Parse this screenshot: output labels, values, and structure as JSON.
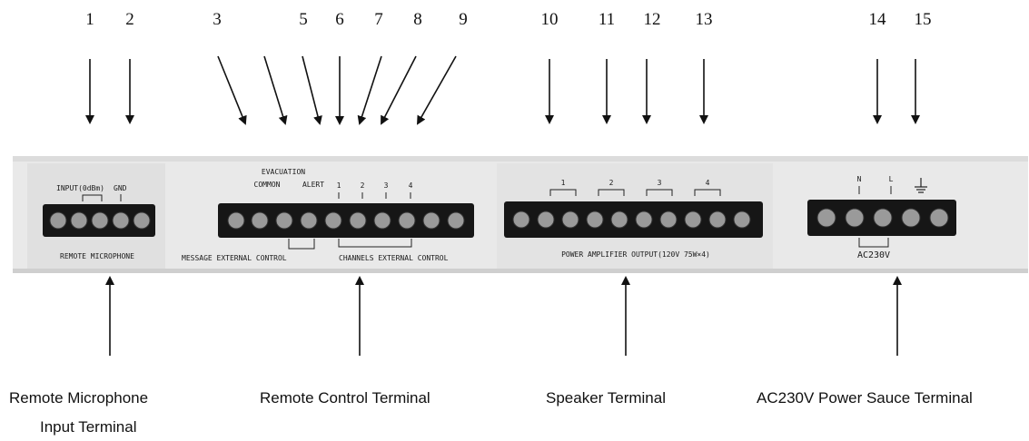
{
  "callout_numbers": [
    "1",
    "2",
    "3",
    "5",
    "6",
    "7",
    "8",
    "9",
    "10",
    "11",
    "12",
    "13",
    "14",
    "15"
  ],
  "panel": {
    "mic": {
      "header_input": "INPUT(0dBm)",
      "header_gnd": "GND",
      "footer": "REMOTE MICROPHONE"
    },
    "control": {
      "evacuation": "EVACUATION",
      "common": "COMMON",
      "alert": "ALERT",
      "channels": [
        "1",
        "2",
        "3",
        "4"
      ],
      "message_external_control": "MESSAGE EXTERNAL CONTROL",
      "channels_external_control": "CHANNELS EXTERNAL CONTROL"
    },
    "speaker": {
      "channels": [
        "1",
        "2",
        "3",
        "4"
      ],
      "footer": "POWER AMPLIFIER OUTPUT(120V 75W×4)"
    },
    "power": {
      "neutral": "N",
      "live": "L",
      "footer": "AC230V"
    }
  },
  "captions": {
    "mic_line1": "Remote  Microphone",
    "mic_line2": "Input Terminal",
    "control": "Remote Control Terminal",
    "speaker": "Speaker Terminal",
    "power": "AC230V Power Sauce Terminal"
  },
  "colors": {
    "panel": "#ececec",
    "terminal_block": "#161616",
    "screw": "#9a9a9a",
    "arrow": "#111111"
  }
}
